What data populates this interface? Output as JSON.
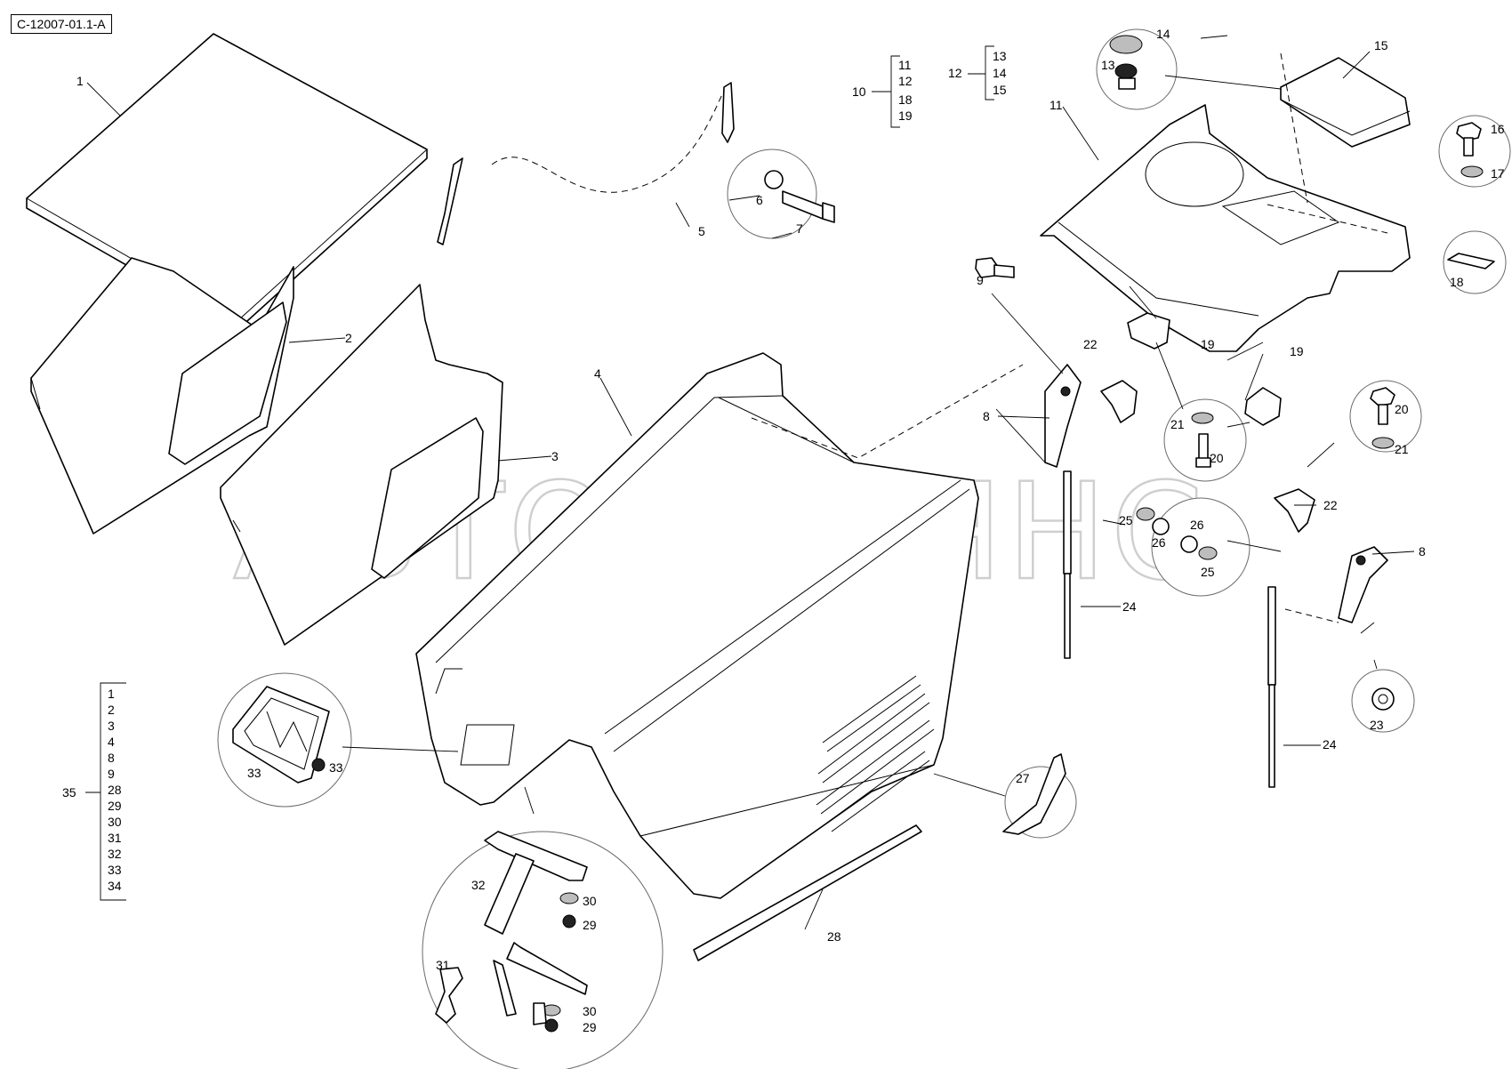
{
  "reference": "C-12007-01.1-A",
  "watermark": "АВТОАЛЬЯНС",
  "callouts": [
    {
      "id": "c1",
      "text": "1"
    },
    {
      "id": "c2",
      "text": "2"
    },
    {
      "id": "c3",
      "text": "3"
    },
    {
      "id": "c4",
      "text": "4"
    },
    {
      "id": "c5",
      "text": "5"
    },
    {
      "id": "c6",
      "text": "6"
    },
    {
      "id": "c7",
      "text": "7"
    },
    {
      "id": "c8a",
      "text": "8"
    },
    {
      "id": "c8b",
      "text": "8"
    },
    {
      "id": "c9",
      "text": "9"
    },
    {
      "id": "c11",
      "text": "11"
    },
    {
      "id": "c13",
      "text": "13"
    },
    {
      "id": "c14",
      "text": "14"
    },
    {
      "id": "c15",
      "text": "15"
    },
    {
      "id": "c16",
      "text": "16"
    },
    {
      "id": "c17",
      "text": "17"
    },
    {
      "id": "c18",
      "text": "18"
    },
    {
      "id": "c19a",
      "text": "19"
    },
    {
      "id": "c19b",
      "text": "19"
    },
    {
      "id": "c20a",
      "text": "20"
    },
    {
      "id": "c20b",
      "text": "20"
    },
    {
      "id": "c21a",
      "text": "21"
    },
    {
      "id": "c21b",
      "text": "21"
    },
    {
      "id": "c22a",
      "text": "22"
    },
    {
      "id": "c22b",
      "text": "22"
    },
    {
      "id": "c23",
      "text": "23"
    },
    {
      "id": "c24a",
      "text": "24"
    },
    {
      "id": "c24b",
      "text": "24"
    },
    {
      "id": "c25a",
      "text": "25"
    },
    {
      "id": "c25b",
      "text": "25"
    },
    {
      "id": "c26a",
      "text": "26"
    },
    {
      "id": "c26b",
      "text": "26"
    },
    {
      "id": "c27",
      "text": "27"
    },
    {
      "id": "c28",
      "text": "28"
    },
    {
      "id": "c29a",
      "text": "29"
    },
    {
      "id": "c29b",
      "text": "29"
    },
    {
      "id": "c30a",
      "text": "30"
    },
    {
      "id": "c30b",
      "text": "30"
    },
    {
      "id": "c31",
      "text": "31"
    },
    {
      "id": "c32",
      "text": "32"
    },
    {
      "id": "c33a",
      "text": "33"
    },
    {
      "id": "c33b",
      "text": "33"
    }
  ],
  "groups": [
    {
      "id": "g10",
      "label": "10",
      "items": [
        "11",
        "12",
        "18",
        "19"
      ]
    },
    {
      "id": "g12",
      "label": "12",
      "items": [
        "13",
        "14",
        "15"
      ]
    },
    {
      "id": "g35",
      "label": "35",
      "items": [
        "1",
        "2",
        "3",
        "4",
        "8",
        "9",
        "28",
        "29",
        "30",
        "31",
        "32",
        "33",
        "34"
      ]
    }
  ]
}
